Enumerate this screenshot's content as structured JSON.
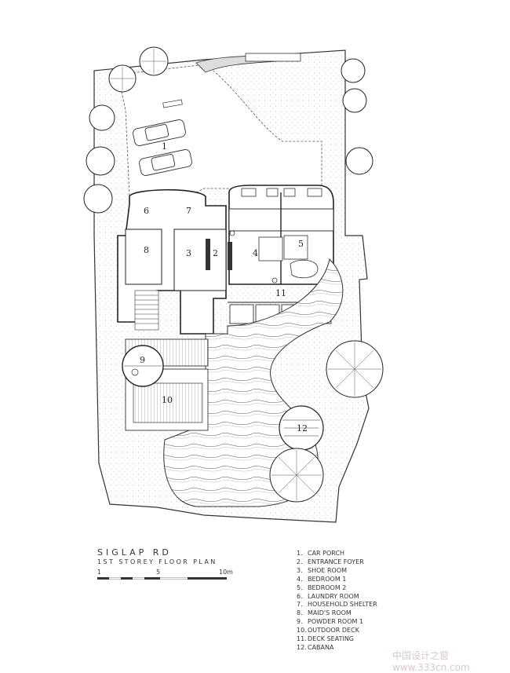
{
  "title": "SIGLAP RD",
  "subtitle": "1ST STOREY FLOOR PLAN",
  "scale": {
    "marks": [
      "1",
      "5",
      "10m"
    ]
  },
  "room_numbers": [
    "1",
    "2",
    "3",
    "4",
    "5",
    "6",
    "7",
    "8",
    "9",
    "10",
    "11",
    "12"
  ],
  "legend": [
    {
      "num": "1.",
      "label": "CAR PORCH"
    },
    {
      "num": "2.",
      "label": "ENTRANCE FOYER"
    },
    {
      "num": "3.",
      "label": "SHOE ROOM"
    },
    {
      "num": "4.",
      "label": "BEDROOM 1"
    },
    {
      "num": "5.",
      "label": "BEDROOM 2"
    },
    {
      "num": "6.",
      "label": "LAUNDRY ROOM"
    },
    {
      "num": "7.",
      "label": "HOUSEHOLD SHELTER"
    },
    {
      "num": "8.",
      "label": "MAID'S ROOM"
    },
    {
      "num": "9.",
      "label": "POWDER ROOM 1"
    },
    {
      "num": "10.",
      "label": "OUTDOOR DECK"
    },
    {
      "num": "11.",
      "label": "DECK SEATING"
    },
    {
      "num": "12.",
      "label": "CABANA"
    }
  ],
  "watermark": "中国设计之窗 www.333cn.com",
  "colors": {
    "line": "#333333",
    "ground": "#f3f3f3"
  }
}
